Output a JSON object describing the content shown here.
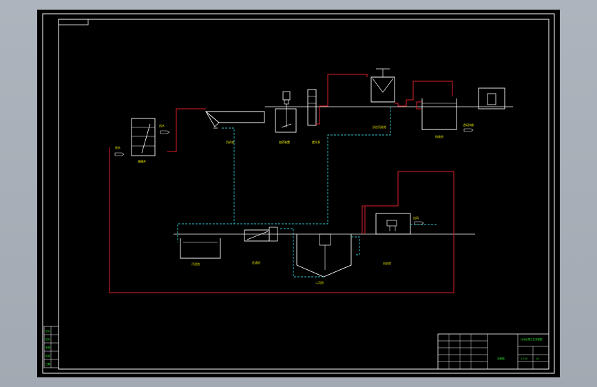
{
  "drawing": {
    "background_color": "#000000",
    "frame_color": "#ffffff",
    "pipe_colors": {
      "sludge_line": "#e0202a",
      "return_line": "#30c8d0",
      "equipment": "#ffffff",
      "labels": "#f2f200"
    }
  },
  "equipment": [
    {
      "id": "screen",
      "label": "格栅井"
    },
    {
      "id": "settler",
      "label": "沉砂池"
    },
    {
      "id": "dosing",
      "label": "加药装置"
    },
    {
      "id": "pump",
      "label": "提升泵"
    },
    {
      "id": "reactor",
      "label": "反应沉淀池"
    },
    {
      "id": "outlet",
      "label": "排放池"
    },
    {
      "id": "sludge-tank",
      "label": "污泥池"
    },
    {
      "id": "press",
      "label": "压滤机"
    },
    {
      "id": "clarifier",
      "label": "二沉池"
    },
    {
      "id": "control",
      "label": "风机房"
    }
  ],
  "flow_labels": {
    "inlet": "进水",
    "screen_out": "出水",
    "outlet_out": "达标排放",
    "control_out": "出风"
  },
  "title_block": {
    "project": "污水处理工艺流程图",
    "drawing_name": "流程图",
    "scale": "1:100",
    "sheet": "1/1"
  },
  "revision_block": {
    "rows": [
      "设计",
      "校对",
      "审核",
      "批准",
      "日期"
    ]
  }
}
